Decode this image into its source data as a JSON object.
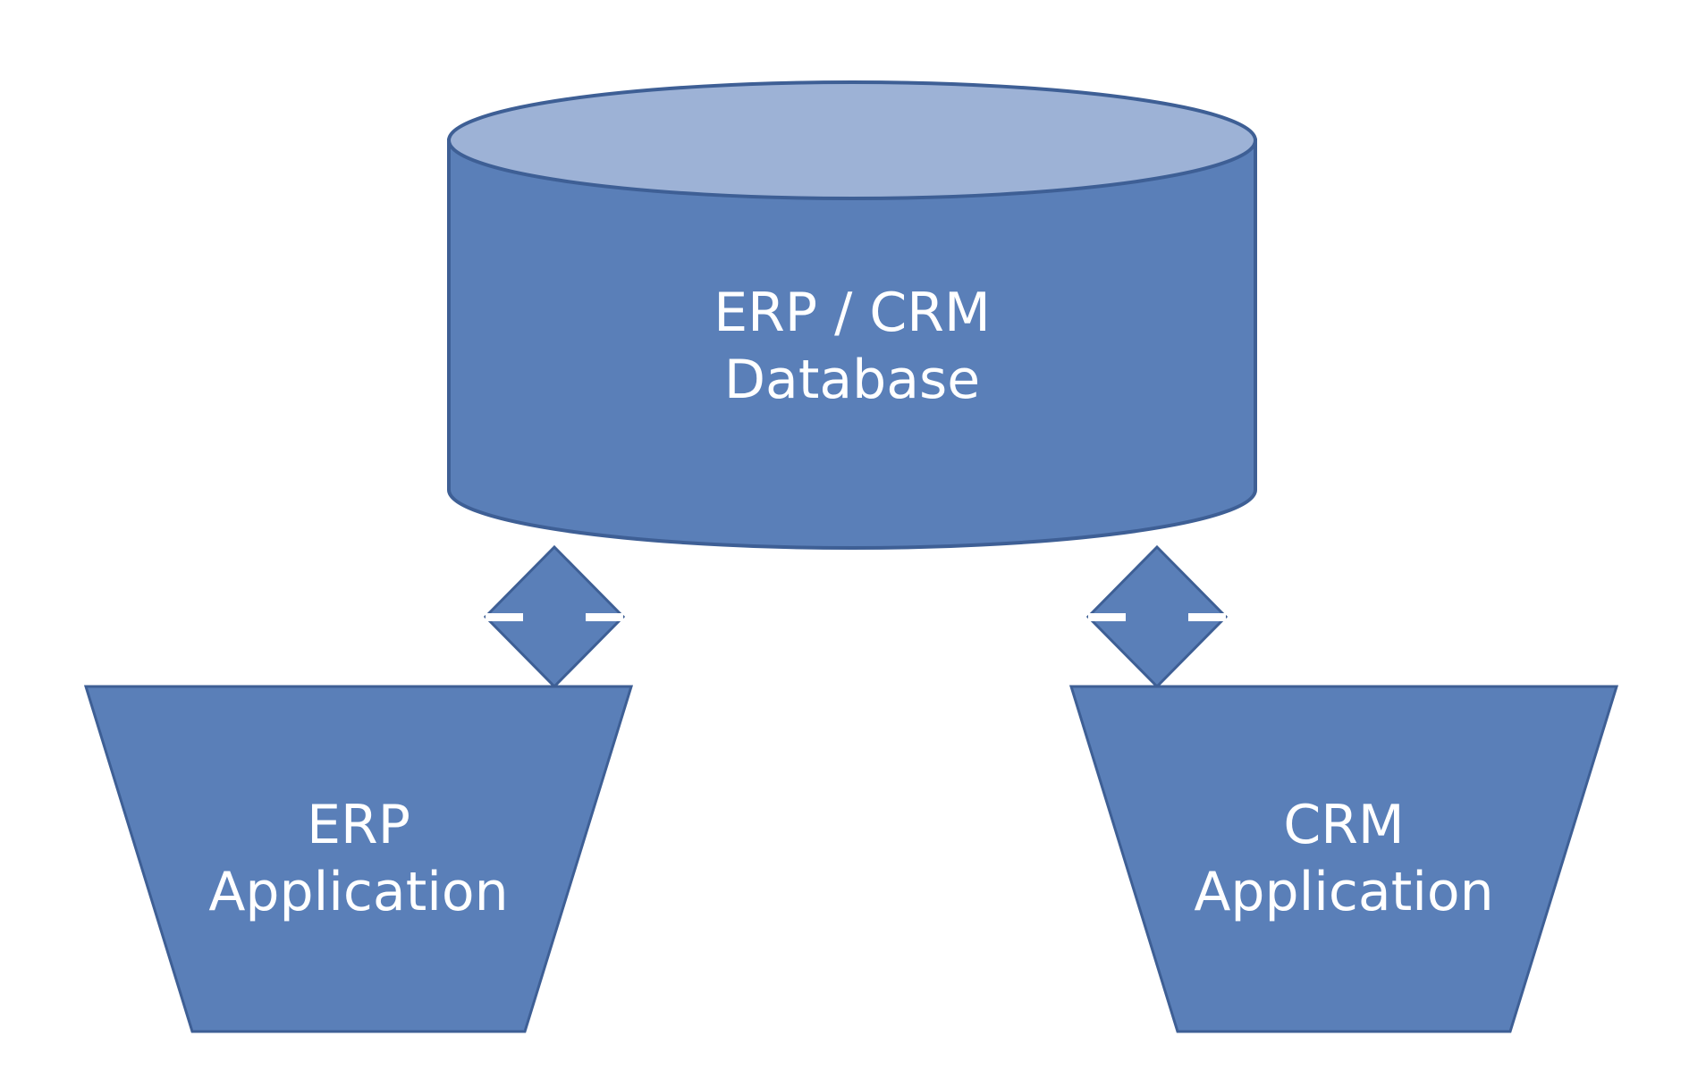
{
  "colors": {
    "background": "#ffffff",
    "shape_fill": "#5a7fb8",
    "cylinder_top_fill": "#9db2d6",
    "shape_stroke": "#3e5f95",
    "text": "#ffffff"
  },
  "database": {
    "line1": "ERP / CRM",
    "line2": "Database"
  },
  "erp_app": {
    "line1": "ERP",
    "line2": "Application"
  },
  "crm_app": {
    "line1": "CRM",
    "line2": "Application"
  }
}
